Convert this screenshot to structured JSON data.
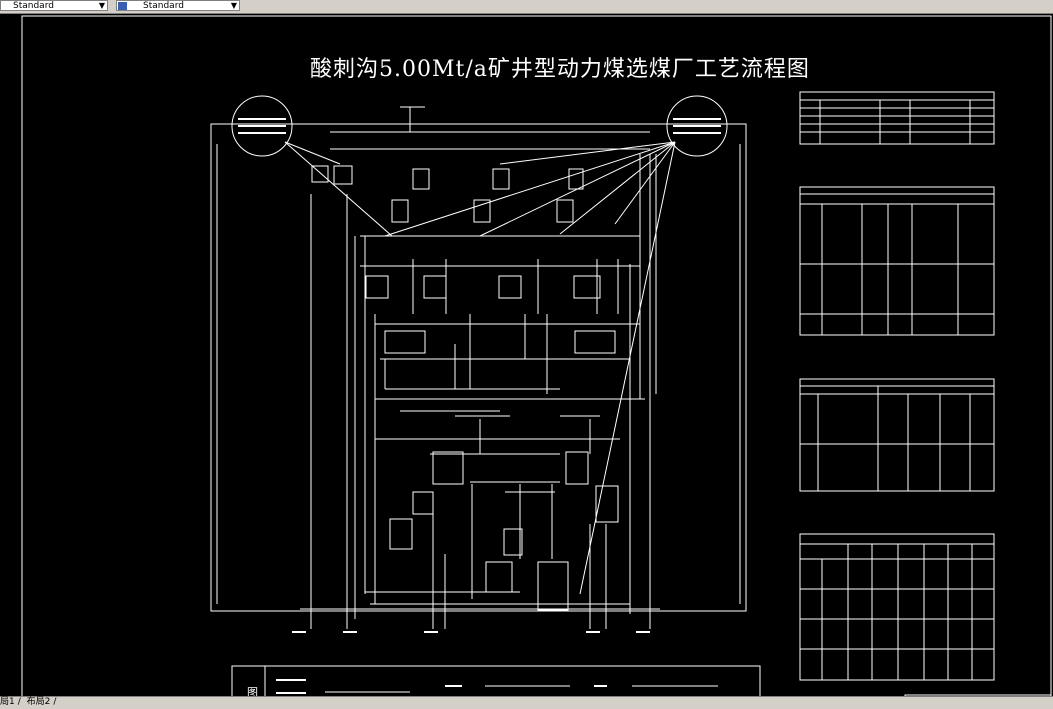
{
  "toolbar": {
    "text_style": "Standard",
    "dim_style": "Standard"
  },
  "drawing": {
    "title": "酸刺沟5.00Mt/a矿井型动力煤选煤厂工艺流程图",
    "legend_label": "图"
  },
  "status": {
    "tab_layout1": "局1",
    "tab_layout2": "布局2"
  },
  "colors": {
    "background": "#000000",
    "lines": "#ffffff",
    "ui_gray": "#d4d0c8"
  }
}
